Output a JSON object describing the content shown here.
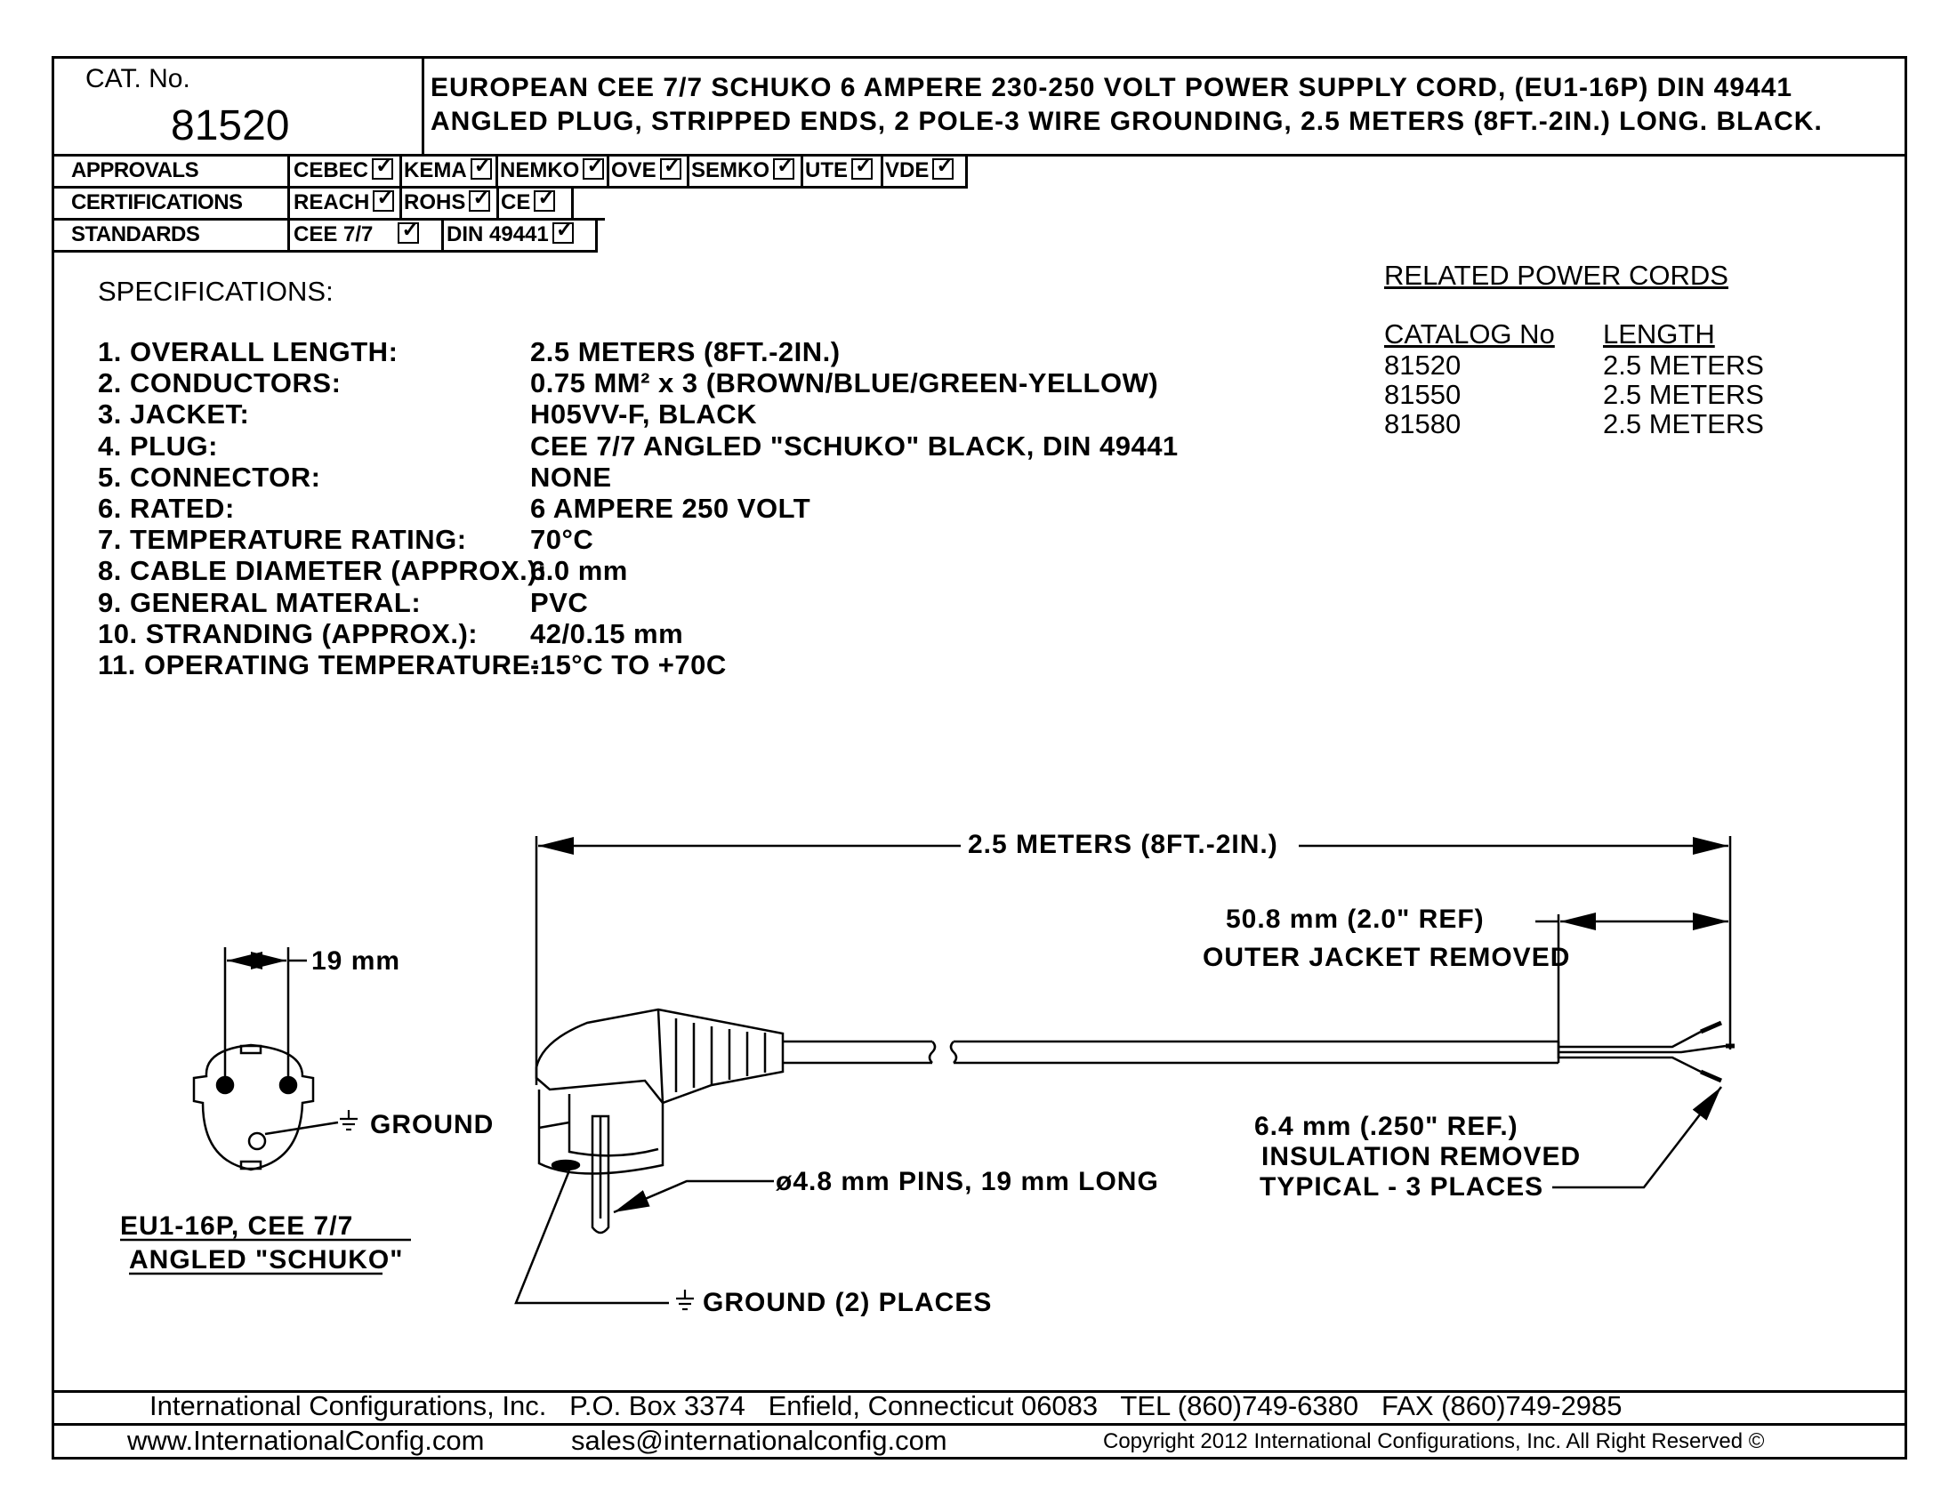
{
  "header": {
    "cat_label": "CAT. No.",
    "cat_number": "81520",
    "description_line1": "EUROPEAN CEE 7/7 SCHUKO 6 AMPERE 230-250 VOLT POWER SUPPLY CORD, (EU1-16P) DIN 49441",
    "description_line2": "ANGLED PLUG, STRIPPED ENDS, 2 POLE-3 WIRE GROUNDING, 2.5 METERS (8FT.-2IN.) LONG. BLACK."
  },
  "compliance": {
    "approvals_label": "APPROVALS",
    "approvals": [
      "CEBEC",
      "KEMA",
      "NEMKO",
      "OVE",
      "SEMKO",
      "UTE",
      "VDE"
    ],
    "certifications_label": "CERTIFICATIONS",
    "certifications": [
      "REACH",
      "ROHS",
      "CE"
    ],
    "standards_label": "STANDARDS",
    "standards": [
      "CEE 7/7",
      "DIN 49441"
    ]
  },
  "specs": {
    "title": "SPECIFICATIONS:",
    "rows": [
      {
        "label": "1. OVERALL LENGTH:",
        "value": "2.5 METERS (8FT.-2IN.)"
      },
      {
        "label": "2. CONDUCTORS:",
        "value": "0.75 MM² x 3 (BROWN/BLUE/GREEN-YELLOW)"
      },
      {
        "label": "3. JACKET:",
        "value": "H05VV-F, BLACK"
      },
      {
        "label": "4. PLUG:",
        "value": "CEE 7/7 ANGLED \"SCHUKO\" BLACK, DIN 49441"
      },
      {
        "label": "5. CONNECTOR:",
        "value": "NONE"
      },
      {
        "label": "6. RATED:",
        "value": "6 AMPERE 250 VOLT"
      },
      {
        "label": "7. TEMPERATURE RATING:",
        "value": "70°C"
      },
      {
        "label": "8. CABLE DIAMETER (APPROX.):",
        "value": "6.0 mm"
      },
      {
        "label": "9. GENERAL MATERAL:",
        "value": "PVC"
      },
      {
        "label": "10. STRANDING (APPROX.):",
        "value": "42/0.15 mm"
      },
      {
        "label": "11. OPERATING TEMPERATURE:",
        "value": "-15°C TO +70C"
      }
    ]
  },
  "related": {
    "title": "RELATED POWER CORDS",
    "col_catalog": "CATALOG No",
    "col_length": "LENGTH",
    "rows": [
      {
        "catalog": "81520",
        "length": "2.5 METERS"
      },
      {
        "catalog": "81550",
        "length": "2.5 METERS"
      },
      {
        "catalog": "81580",
        "length": "2.5 METERS"
      }
    ]
  },
  "drawing": {
    "overall_length": "2.5 METERS (8FT.-2IN.)",
    "jacket_removed_dim": "50.8 mm  (2.0\" REF)",
    "jacket_removed_text": "OUTER JACKET REMOVED",
    "pin_spacing": "19 mm",
    "ground_label": "GROUND",
    "plug_caption_line1": "EU1-16P, CEE 7/7",
    "plug_caption_line2": "ANGLED \"SCHUKO\"",
    "pins_note": "ø4.8 mm PINS, 19 mm LONG",
    "ground_places": "GROUND (2) PLACES",
    "insulation_line1": "6.4 mm (.250\" REF.)",
    "insulation_line2": "INSULATION REMOVED",
    "insulation_line3": "TYPICAL - 3 PLACES"
  },
  "footer": {
    "company_line": "International Configurations, Inc.   P.O. Box 3374   Enfield, Connecticut 06083   TEL (860)749-6380   FAX (860)749-2985",
    "website": "www.InternationalConfig.com",
    "email": "sales@internationalconfig.com",
    "copyright": "Copyright 2012 International Configurations, Inc. All Right Reserved ©"
  }
}
